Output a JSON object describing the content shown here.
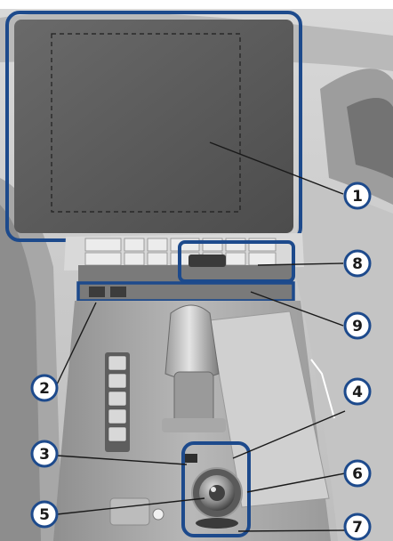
{
  "callouts": [
    {
      "id": "1",
      "label": "1"
    },
    {
      "id": "2",
      "label": "2"
    },
    {
      "id": "3",
      "label": "3"
    },
    {
      "id": "4",
      "label": "4"
    },
    {
      "id": "5",
      "label": "5"
    },
    {
      "id": "6",
      "label": "6"
    },
    {
      "id": "7",
      "label": "7"
    },
    {
      "id": "8",
      "label": "8"
    },
    {
      "id": "9",
      "label": "9"
    }
  ],
  "colors": {
    "highlight": "#1d4a8c",
    "callout_fill": "#ffffff",
    "callout_stroke": "#1d4a8c",
    "dash_bg": "#cfcfcf",
    "screen": "#5a5a5a"
  }
}
